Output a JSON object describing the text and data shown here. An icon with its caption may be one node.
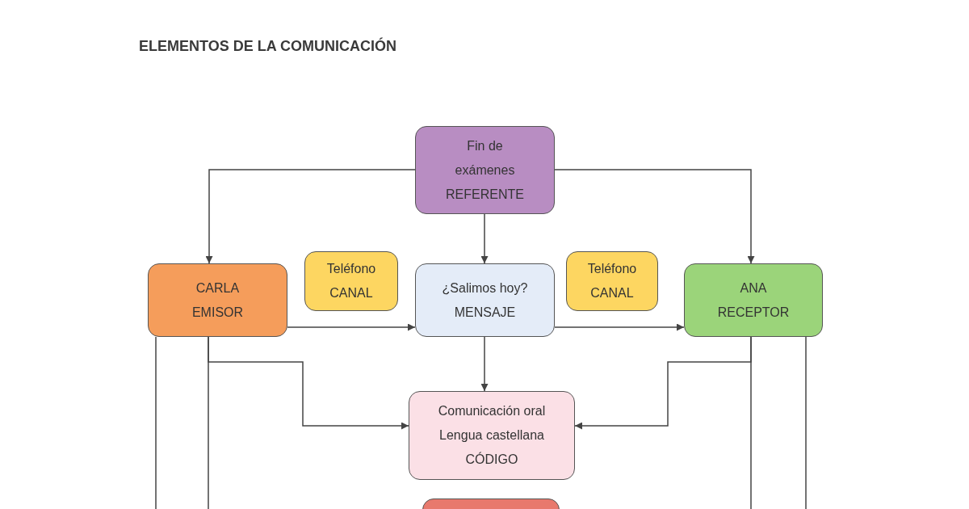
{
  "diagram": {
    "title": "ELEMENTOS DE LA COMUNICACIÓN",
    "nodes": [
      {
        "text": [
          "Fin de exámenes",
          "REFERENTE"
        ]
      },
      {
        "text": [
          "CARLA",
          "EMISOR"
        ]
      },
      {
        "text": [
          "Teléfono",
          "CANAL"
        ]
      },
      {
        "text": [
          "¿Salimos hoy?",
          "MENSAJE"
        ]
      },
      {
        "text": [
          "Teléfono",
          "CANAL"
        ]
      },
      {
        "text": [
          "ANA",
          "RECEPTOR"
        ]
      },
      {
        "text": [
          "Comunicación oral",
          "Lengua castellana",
          "CÓDIGO"
        ]
      },
      {
        "text": [],
        "shape": "box"
      }
    ],
    "edges": [
      {
        "from": 0,
        "to": 1,
        "arrow": "to"
      },
      {
        "from": 0,
        "to": 3,
        "arrow": "to"
      },
      {
        "from": 0,
        "to": 5,
        "arrow": "to"
      },
      {
        "from": 1,
        "to": 3,
        "arrow": "to"
      },
      {
        "from": 3,
        "to": 5,
        "arrow": "to"
      },
      {
        "from": 3,
        "to": 6,
        "arrow": "to"
      },
      {
        "from": 1,
        "to": 6,
        "arrow": "to"
      },
      {
        "from": 5,
        "to": 6,
        "arrow": "to"
      },
      {
        "from": 1,
        "to": null,
        "arrow": "none"
      },
      {
        "from": 1,
        "to": null,
        "arrow": "none"
      },
      {
        "from": 5,
        "to": null,
        "arrow": "none"
      },
      {
        "from": 5,
        "to": null,
        "arrow": "none"
      }
    ]
  }
}
